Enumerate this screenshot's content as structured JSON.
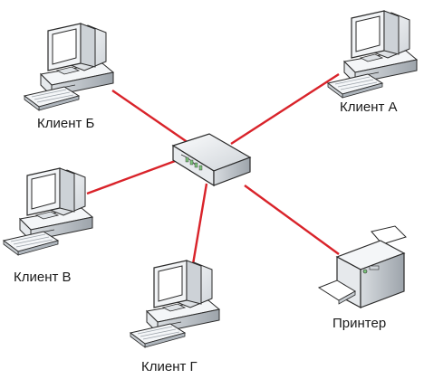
{
  "nodes": {
    "client_a": "Клиент А",
    "client_b": "Клиент Б",
    "client_v": "Клиент В",
    "client_g": "Клиент Г",
    "printer": "Принтер"
  },
  "colors": {
    "link": "#d9232a",
    "device_outline": "#2a2a2a",
    "device_body": "#eef1f3",
    "device_shade": "#c9ced3",
    "screen": "#ffffff",
    "hub_led": "#7cc47a"
  }
}
